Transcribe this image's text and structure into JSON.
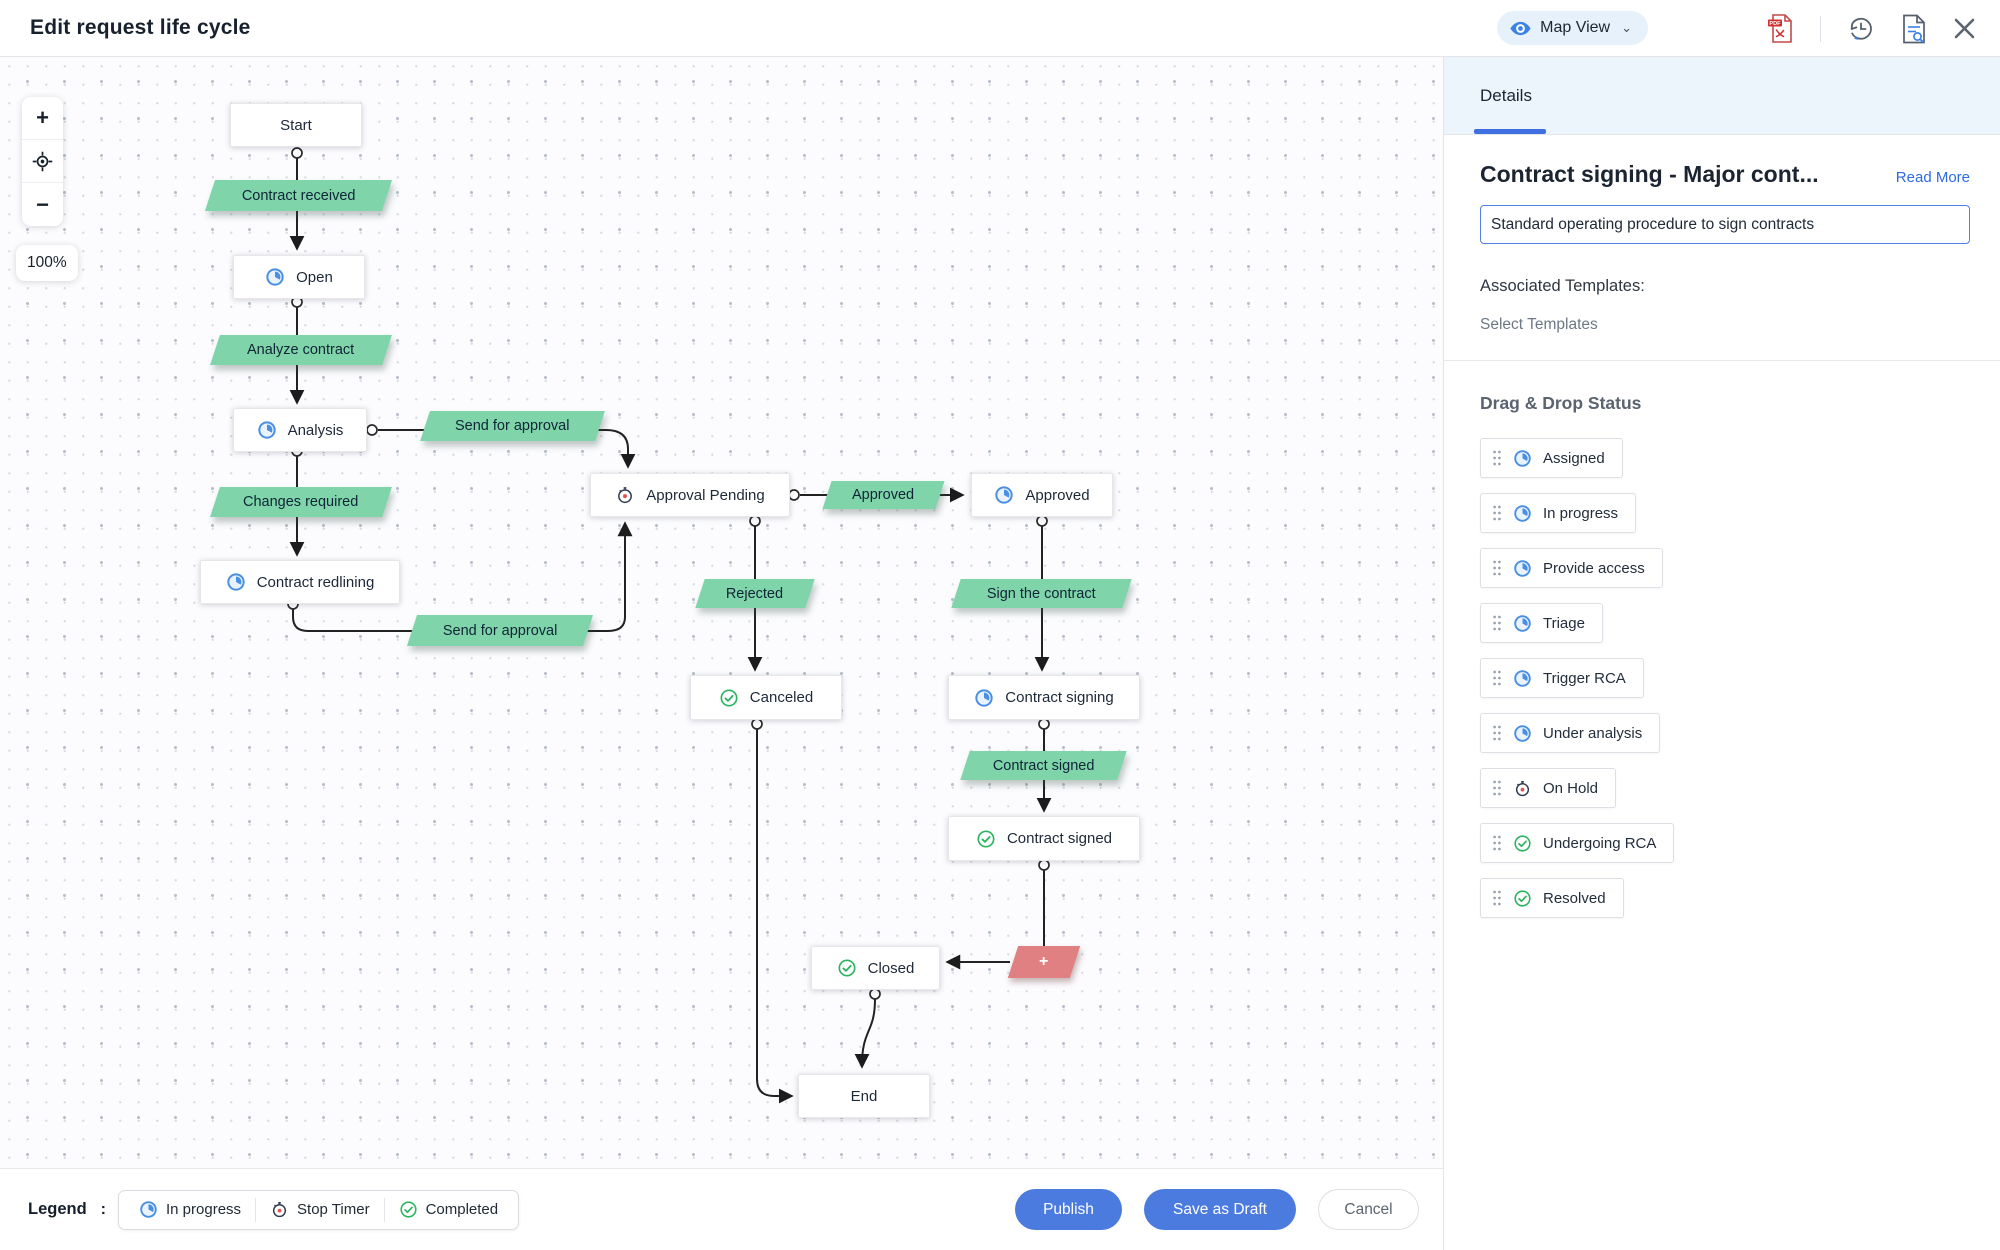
{
  "header": {
    "title": "Edit request life cycle",
    "view_label": "Map View",
    "icons": [
      "pdf-export",
      "history",
      "audit-document",
      "close"
    ]
  },
  "canvas": {
    "zoom_level": "100%",
    "zoom_controls": {
      "zoom_in": "+",
      "zoom_out": "−"
    },
    "nodes": [
      {
        "label": "Start",
        "icon": null
      },
      {
        "label": "Open",
        "icon": "in-progress"
      },
      {
        "label": "Analysis",
        "icon": "in-progress"
      },
      {
        "label": "Contract redlining",
        "icon": "in-progress"
      },
      {
        "label": "Approval Pending",
        "icon": "stop-timer"
      },
      {
        "label": "Approved",
        "icon": "in-progress"
      },
      {
        "label": "Canceled",
        "icon": "completed"
      },
      {
        "label": "Contract signing",
        "icon": "in-progress"
      },
      {
        "label": "Contract signed",
        "icon": "completed"
      },
      {
        "label": "Closed",
        "icon": "completed"
      },
      {
        "label": "End",
        "icon": null
      }
    ],
    "transitions": [
      {
        "label": "Contract received"
      },
      {
        "label": "Analyze contract"
      },
      {
        "label": "Send for approval"
      },
      {
        "label": "Changes required"
      },
      {
        "label": "Send for approval"
      },
      {
        "label": "Approved"
      },
      {
        "label": "Rejected"
      },
      {
        "label": "Sign the contract"
      },
      {
        "label": "Contract signed"
      },
      {
        "label": "+",
        "type": "add-transition"
      }
    ],
    "edges": [
      {
        "from": "Start",
        "to": "Open",
        "label": "Contract received"
      },
      {
        "from": "Open",
        "to": "Analysis",
        "label": "Analyze contract"
      },
      {
        "from": "Analysis",
        "to": "Contract redlining",
        "label": "Changes required"
      },
      {
        "from": "Analysis",
        "to": "Approval Pending",
        "label": "Send for approval"
      },
      {
        "from": "Contract redlining",
        "to": "Approval Pending",
        "label": "Send for approval"
      },
      {
        "from": "Approval Pending",
        "to": "Canceled",
        "label": "Rejected"
      },
      {
        "from": "Approval Pending",
        "to": "Approved",
        "label": "Approved"
      },
      {
        "from": "Approved",
        "to": "Contract signing",
        "label": "Sign the contract"
      },
      {
        "from": "Contract signing",
        "to": "Contract signed",
        "label": "Contract signed"
      },
      {
        "from": "Contract signed",
        "to": "Closed",
        "label": "+"
      },
      {
        "from": "Closed",
        "to": "End",
        "label": ""
      },
      {
        "from": "Canceled",
        "to": "End",
        "label": ""
      }
    ]
  },
  "details_panel": {
    "tab": "Details",
    "title": "Contract signing - Major cont...",
    "read_more": "Read More",
    "description_value": "Standard operating procedure to sign contracts",
    "associated_templates_label": "Associated Templates:",
    "select_templates_label": "Select Templates",
    "drag_drop_heading": "Drag & Drop Status",
    "statuses": [
      {
        "label": "Assigned",
        "icon": "in-progress"
      },
      {
        "label": "In progress",
        "icon": "in-progress"
      },
      {
        "label": "Provide access",
        "icon": "in-progress"
      },
      {
        "label": "Triage",
        "icon": "in-progress"
      },
      {
        "label": "Trigger RCA",
        "icon": "in-progress"
      },
      {
        "label": "Under analysis",
        "icon": "in-progress"
      },
      {
        "label": "On Hold",
        "icon": "stop-timer"
      },
      {
        "label": "Undergoing RCA",
        "icon": "completed"
      },
      {
        "label": "Resolved",
        "icon": "completed"
      }
    ]
  },
  "footer": {
    "legend_label": "Legend",
    "legend_colon": ":",
    "legend_items": [
      {
        "label": "In progress",
        "icon": "in-progress"
      },
      {
        "label": "Stop Timer",
        "icon": "stop-timer"
      },
      {
        "label": "Completed",
        "icon": "completed"
      }
    ],
    "publish_label": "Publish",
    "save_draft_label": "Save as Draft",
    "cancel_label": "Cancel"
  },
  "colors": {
    "accent_blue": "#4c7be0",
    "transition_green": "#7fd5a9",
    "add_transition_red": "#e08083",
    "in_progress_blue": "#4a90e2",
    "completed_green": "#2eb360",
    "link_blue": "#2e6be0",
    "tabbar_bg": "#ecf5fb"
  }
}
